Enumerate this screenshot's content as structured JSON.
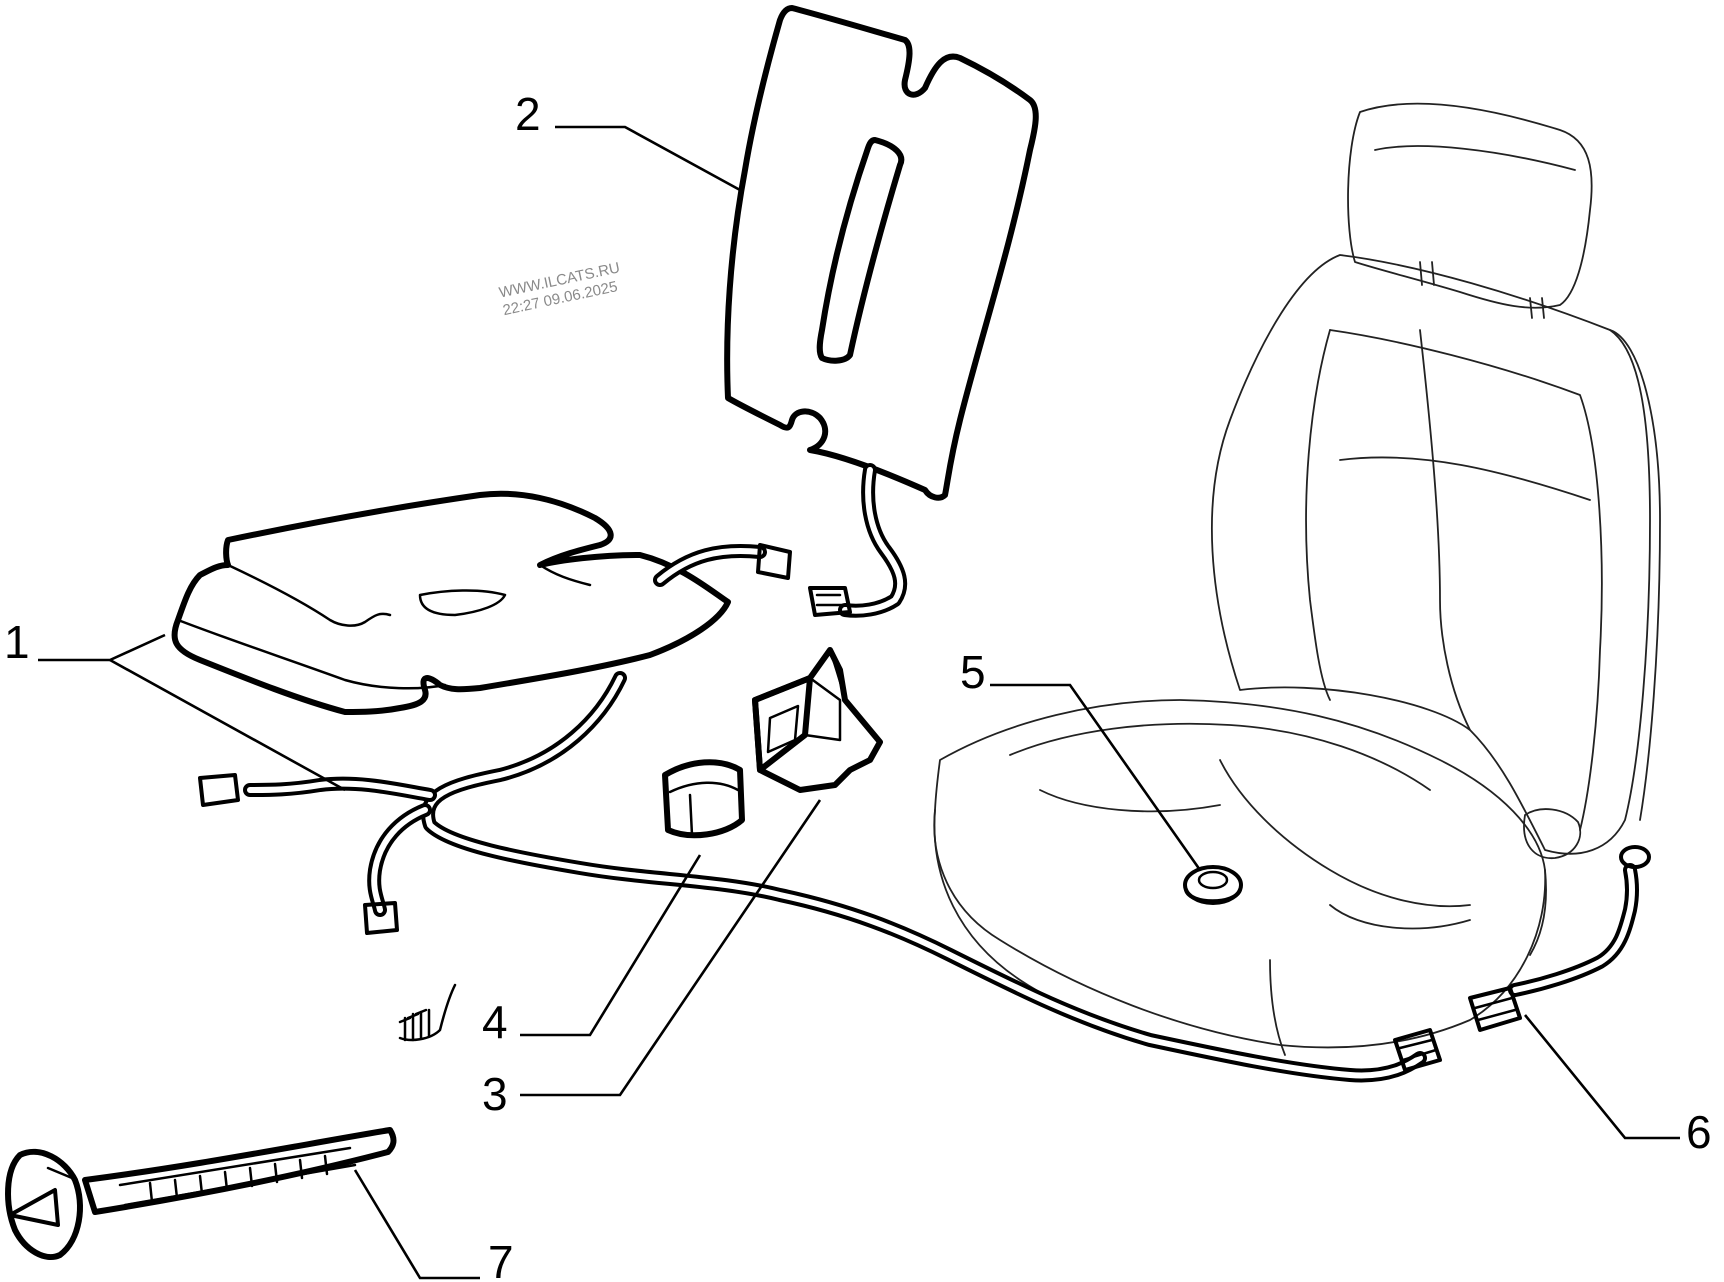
{
  "callouts": [
    {
      "id": "1",
      "label": "1"
    },
    {
      "id": "2",
      "label": "2"
    },
    {
      "id": "3",
      "label": "3"
    },
    {
      "id": "4",
      "label": "4"
    },
    {
      "id": "5",
      "label": "5"
    },
    {
      "id": "6",
      "label": "6"
    },
    {
      "id": "7",
      "label": "7"
    }
  ],
  "watermark": {
    "line1": "WWW.ILCATS.RU",
    "line2": "22:27 09.06.2025"
  }
}
